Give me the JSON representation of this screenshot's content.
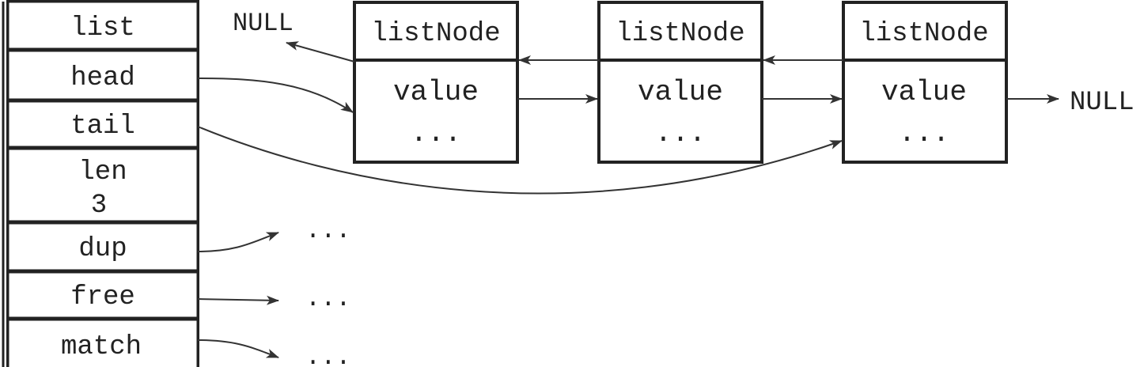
{
  "struct": {
    "fields": [
      "list",
      "head",
      "tail",
      "len",
      "dup",
      "free",
      "match"
    ],
    "len_value": "3"
  },
  "nodes": [
    {
      "header": "listNode",
      "field": "value",
      "more": "..."
    },
    {
      "header": "listNode",
      "field": "value",
      "more": "..."
    },
    {
      "header": "listNode",
      "field": "value",
      "more": "..."
    }
  ],
  "null_label": "NULL",
  "ellipsis": "...",
  "colors": {
    "line": "#222222",
    "background": "#ffffff"
  }
}
